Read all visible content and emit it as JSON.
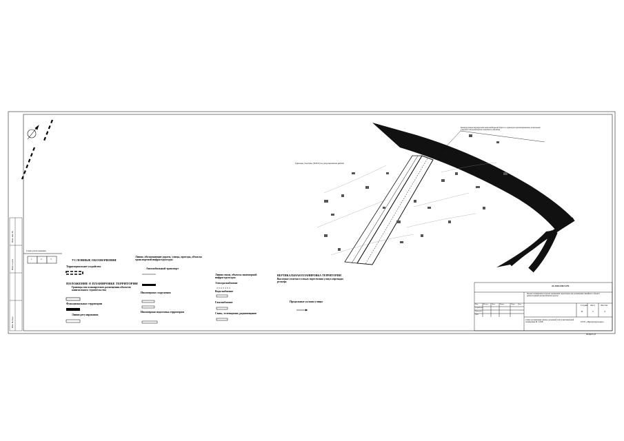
{
  "legend": {
    "conventional_signs": "УСЛОВНЫЕ ОБОЗНАЧЕНИЯ",
    "territorial_structure": "Территориальное устройство",
    "boundaries_title": "ПОЛОЖЕНИЕ О ПЛАНИРОВКЕ ТЕРРИТОРИИ",
    "boundaries_subtitle": "Границы зон планируемого размещения объектов капитального строительства",
    "zones_title": "Функциональные территории",
    "red_lines": "Линии регулирования",
    "lines_title": "Линии, обозначающие дороги, улицы, проезды, объекты транспортной инфраструктуры",
    "road_transport": "Автомобильный транспорт",
    "engineering_title": "Инженерные сооружения",
    "engineering_prep": "Инженерная подготовка территории",
    "networks_title": "Линии связи, объекты инженерной инфраструктуры",
    "power": "Электроснабжение",
    "water": "Водоснабжение",
    "gas": "Газоснабжение",
    "comm": "Связь, телевидение, радиовещание",
    "vertical_title": "ВЕРТИКАЛЬНАЯ ПЛАНИРОВКА ТЕРРИТОРИИ",
    "vertical_sub": "Высотные отметки в точках пересечения улиц в перепадах рельефа",
    "profiles": "Продольные уклоны улицы"
  },
  "map": {
    "boundary_label": "Граница участка (ЧЗОУ) по результатам работ",
    "callout_note": "Контур реконструируемой автомобильной дороги в границах проектирования, земельный участок под размещение линейного объекта"
  },
  "locator_label": "Схема расположения",
  "locator_numbers": [
    "1",
    "2",
    "3"
  ],
  "title_block": {
    "code": "24-2004-ППЛ.ОЧ",
    "project": "Проект планировки и проект межевания территории для размещения линейного объекта: реконструкция автомобильной дороги",
    "drawing": "Схема организации улично-дорожной сети и вертикальной планировки М 1:2000",
    "org": "ООО «Проектировщик»",
    "stage_header": "Стадия",
    "sheet_header": "Лист",
    "sheets_header": "Листов",
    "stage": "П",
    "sheet": "3",
    "sheets": "4",
    "rows": [
      "Изм.",
      "Кол.уч",
      "Лист",
      "№док",
      "Подп.",
      "Дата"
    ],
    "roles": [
      "Разработал",
      "Проверил",
      "ГИП"
    ],
    "format": "Формат А3"
  },
  "margin_labels": [
    "Взам. инв. №",
    "Подп. и дата",
    "Инв. № подл."
  ]
}
